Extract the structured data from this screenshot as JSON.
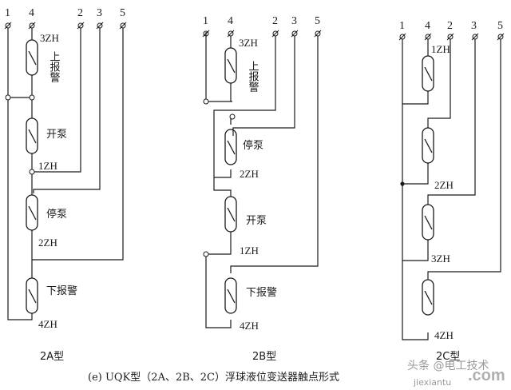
{
  "diagrams": [
    {
      "id": "2A",
      "label": "2A型",
      "terminals": [
        "1",
        "4",
        "2",
        "3",
        "5"
      ],
      "switches": [
        {
          "code": "3ZH",
          "name": "上报警"
        },
        {
          "code": "1ZH",
          "name": "开泵"
        },
        {
          "code": "2ZH",
          "name": "停泵"
        },
        {
          "code": "4ZH",
          "name": "下报警"
        }
      ]
    },
    {
      "id": "2B",
      "label": "2B型",
      "terminals": [
        "1",
        "4",
        "2",
        "3",
        "5"
      ],
      "switches": [
        {
          "code": "3ZH",
          "name": "上报警"
        },
        {
          "code": "2ZH",
          "name": "停泵"
        },
        {
          "code": "1ZH",
          "name": "开泵"
        },
        {
          "code": "4ZH",
          "name": "下报警"
        }
      ]
    },
    {
      "id": "2C",
      "label": "2C型",
      "terminals": [
        "1",
        "4",
        "2",
        "3",
        "5"
      ],
      "switches": [
        {
          "code": "1ZH"
        },
        {
          "code": "2ZH"
        },
        {
          "code": "3ZH"
        },
        {
          "code": "4ZH"
        }
      ]
    }
  ],
  "caption": "(e) UQK型（2A、2B、2C）浮球液位变送器触点形式",
  "watermark": {
    "text": "头条 @电工技术",
    "site": "jiexiantu",
    "domain": ".com"
  }
}
